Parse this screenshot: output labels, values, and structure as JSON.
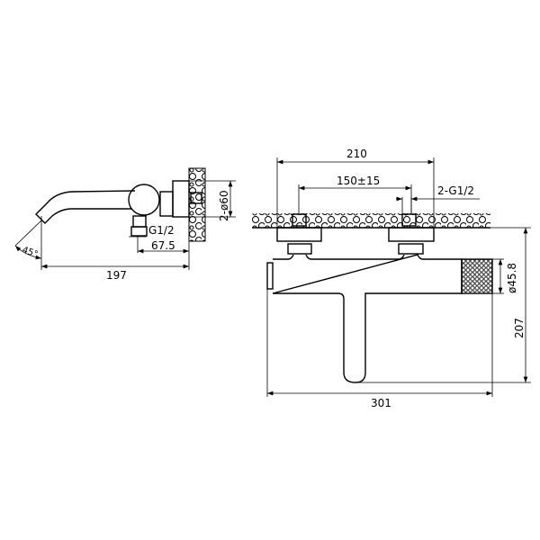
{
  "side_view": {
    "dim_flange_diameter": "2-ø60",
    "dim_outlet_thread": "G1/2",
    "dim_outlet_offset": "67.5",
    "dim_projection": "197",
    "dim_angle": "45°"
  },
  "front_view": {
    "dim_max_centers": "210",
    "dim_centers": "150±15",
    "dim_inlet_thread": "2-G1/2",
    "dim_handle_diameter": "ø45.8",
    "dim_height": "207",
    "dim_width": "301"
  },
  "colors": {
    "line": "#000000",
    "background": "#ffffff"
  }
}
